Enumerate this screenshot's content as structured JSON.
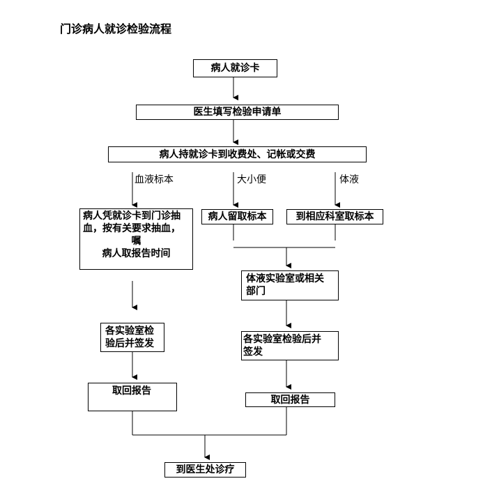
{
  "title": "门诊病人就诊检验流程",
  "nodes": {
    "start": "病人就诊卡",
    "doctor": "医生填写检验申请单",
    "pay": "病人持就诊卡到收费处、记帐或交费",
    "blood_draw": [
      "病人凭就诊卡到门诊抽",
      "血，按有关要求抽血，",
      "嘱",
      "病人取报告时间"
    ],
    "urine_stool": "病人留取标本",
    "dept_sample": "到相应科室取标本",
    "fluid_lab": [
      "体液实验室或相关",
      "部门"
    ],
    "blood_check": [
      "各实验室检",
      "验后并签发"
    ],
    "fluid_check": [
      "各实验室检验后并",
      "签发"
    ],
    "blood_report": "取回报告",
    "fluid_report": "取回报告",
    "end": "到医生处诊疗"
  },
  "branch_labels": {
    "blood": "血液标本",
    "urine_stool": "大小便",
    "fluid": "体液"
  }
}
